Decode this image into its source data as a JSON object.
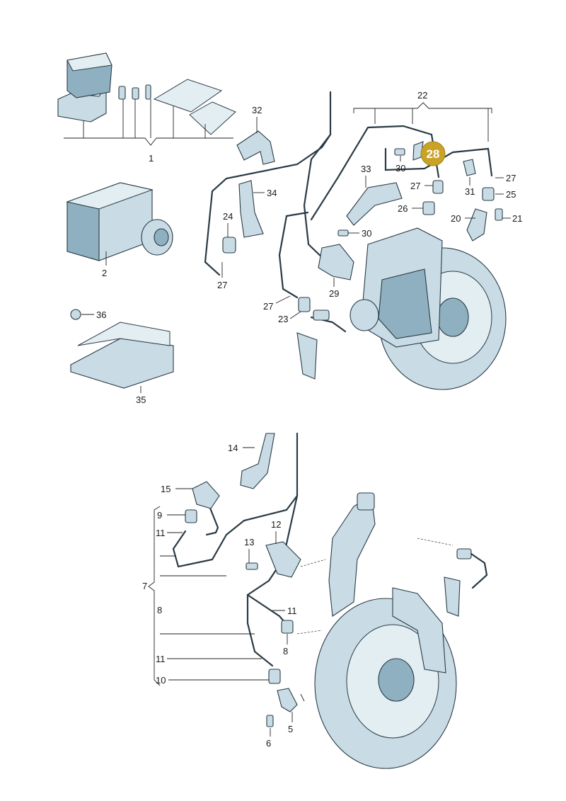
{
  "highlight": {
    "number": "28",
    "color": "#c9a227"
  },
  "colors": {
    "part_fill": "#c9dce6",
    "part_stroke": "#2a3a44"
  },
  "labels": {
    "l1": "1",
    "l2": "2",
    "l22": "22",
    "l32": "32",
    "l30a": "30",
    "l30b": "30",
    "l33": "33",
    "l27a": "27",
    "l27b": "27",
    "l27c": "27",
    "l27d": "27",
    "l31": "31",
    "l25": "25",
    "l34": "34",
    "l26": "26",
    "l24": "24",
    "l20": "20",
    "l21": "21",
    "l29": "29",
    "l23": "23",
    "l36": "36",
    "l35": "35",
    "l14": "14",
    "l15": "15",
    "l9": "9",
    "l11a": "11",
    "l11b": "11",
    "l11c": "11",
    "l12": "12",
    "l13": "13",
    "l7": "7",
    "l8a": "8",
    "l8b": "8",
    "l10": "10",
    "l5": "5",
    "l6": "6"
  }
}
